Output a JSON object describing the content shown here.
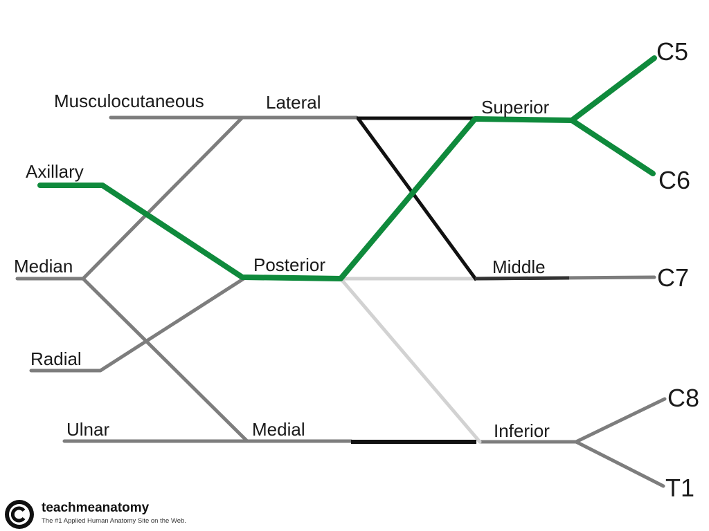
{
  "colors": {
    "axillary_radial_pathway": "#0f8a3c",
    "main_nerve": "#7d7d7d",
    "connector_dark": "#111111",
    "connector_light": "#d2d2d2",
    "text": "#1a1a1a"
  },
  "roots": {
    "c5": "C5",
    "c6": "C6",
    "c7": "C7",
    "c8": "C8",
    "t1": "T1"
  },
  "trunks": {
    "superior": "Superior",
    "middle": "Middle",
    "inferior": "Inferior"
  },
  "cords": {
    "lateral": "Lateral",
    "posterior": "Posterior",
    "medial": "Medial"
  },
  "branches": {
    "musculocutaneous": "Musculocutaneous",
    "axillary": "Axillary",
    "median": "Median",
    "radial": "Radial",
    "ulnar": "Ulnar"
  },
  "footer": {
    "copyright_icon": "copyright-icon",
    "site_name": "teachmeanatomy",
    "tagline": "The #1 Applied Human Anatomy Site on the Web."
  }
}
